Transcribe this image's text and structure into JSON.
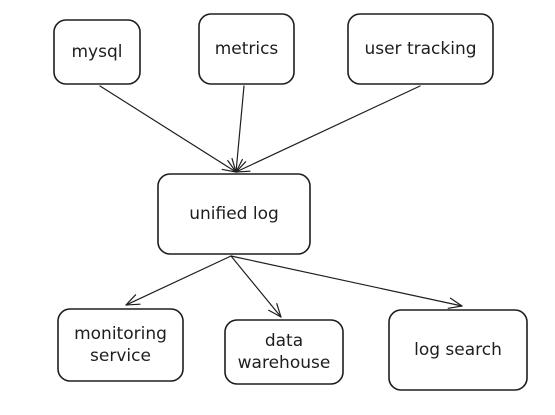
{
  "diagram": {
    "nodes": [
      {
        "id": "mysql",
        "label": "mysql"
      },
      {
        "id": "metrics",
        "label": "metrics"
      },
      {
        "id": "user_tracking",
        "label": "user tracking"
      },
      {
        "id": "unified_log",
        "label": "unified log"
      },
      {
        "id": "monitoring_service",
        "label": "monitoring\nservice"
      },
      {
        "id": "data_warehouse",
        "label": "data\nwarehouse"
      },
      {
        "id": "log_search",
        "label": "log search"
      }
    ],
    "edges": [
      {
        "from": "mysql",
        "to": "unified_log"
      },
      {
        "from": "metrics",
        "to": "unified_log"
      },
      {
        "from": "user_tracking",
        "to": "unified_log"
      },
      {
        "from": "unified_log",
        "to": "monitoring_service"
      },
      {
        "from": "unified_log",
        "to": "data_warehouse"
      },
      {
        "from": "unified_log",
        "to": "log_search"
      }
    ],
    "colors": {
      "stroke": "#1e1e1e",
      "background": "#ffffff"
    }
  }
}
